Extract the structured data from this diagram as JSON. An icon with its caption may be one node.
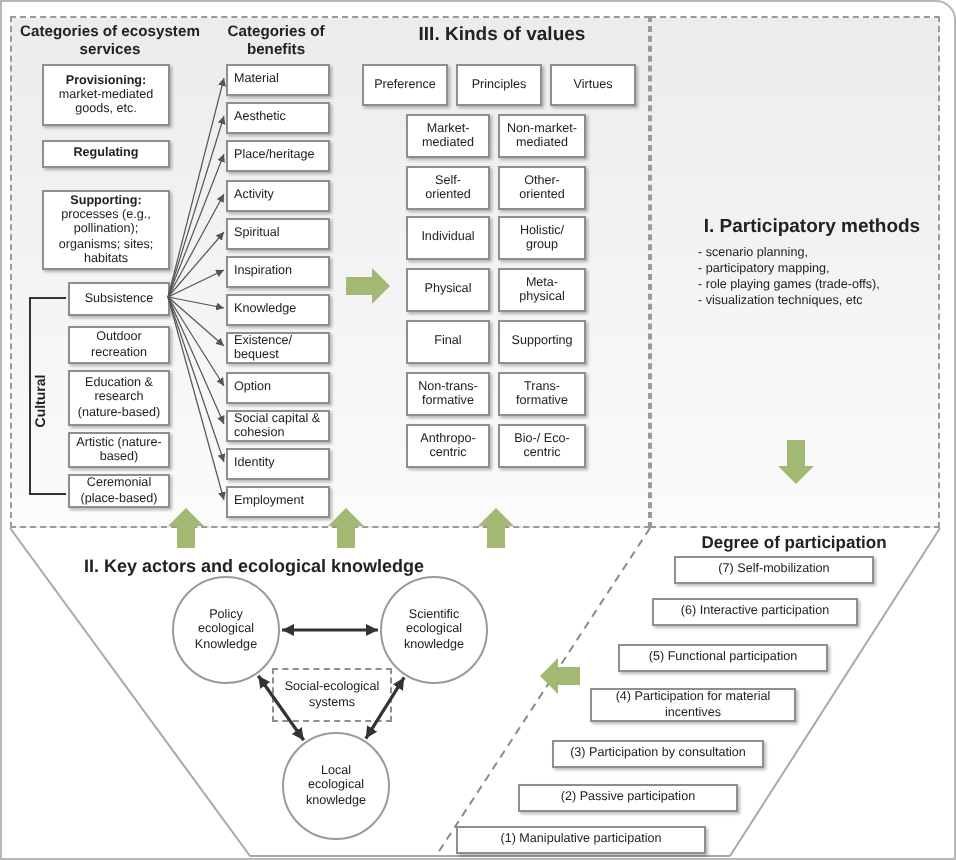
{
  "diagram": {
    "nodes": [
      {
        "text": [
          "Categories of ecosystem services",
          "Categories of benefits",
          "III. Kinds of values"
        ]
      },
      {
        "text": [
          "I. Participatory methods",
          "- scenario planning,",
          "- participatory mapping,",
          "- role playing games (trade-offs),",
          "- visualization techniques, etc"
        ]
      },
      {
        "text": [
          "II. Key actors and ecological knowledge"
        ]
      },
      {
        "text": [
          "Degree of participation"
        ]
      },
      {
        "text": [
          "**Provisioning:** market-mediated goods, etc."
        ],
        "in": 0
      },
      {
        "text": [
          "Regulating"
        ],
        "in": 0
      },
      {
        "text": [
          "**Supporting:** processes (e.g., pollination); organisms; sites; habitats"
        ],
        "in": 0
      },
      {
        "text": [
          "Subsistence"
        ],
        "in": 0
      },
      {
        "text": [
          "Outdoor recreation"
        ],
        "in": 0
      },
      {
        "text": [
          "Education & research (nature-based)"
        ],
        "in": 0
      },
      {
        "text": [
          "Artistic (nature-based)"
        ],
        "in": 0
      },
      {
        "text": [
          "Ceremonial (place-based)"
        ],
        "in": 0
      },
      {
        "text": [
          "Material"
        ],
        "in": 0
      },
      {
        "text": [
          "Aesthetic"
        ],
        "in": 0
      },
      {
        "text": [
          "Place/heritage"
        ],
        "in": 0
      },
      {
        "text": [
          "Activity"
        ],
        "in": 0
      },
      {
        "text": [
          "Spiritual"
        ],
        "in": 0
      },
      {
        "text": [
          "Inspiration"
        ],
        "in": 0
      },
      {
        "text": [
          "Knowledge"
        ],
        "in": 0
      },
      {
        "text": [
          "Existence/ bequest"
        ],
        "in": 0
      },
      {
        "text": [
          "Option"
        ],
        "in": 0
      },
      {
        "text": [
          "Social capital & cohesion"
        ],
        "in": 0
      },
      {
        "text": [
          "Identity"
        ],
        "in": 0
      },
      {
        "text": [
          "Employment"
        ],
        "in": 0
      },
      {
        "text": [
          "Preference"
        ],
        "in": 0
      },
      {
        "text": [
          "Principles"
        ],
        "in": 0
      },
      {
        "text": [
          "Virtues"
        ],
        "in": 0
      },
      {
        "text": [
          "Market-mediated"
        ],
        "in": 0
      },
      {
        "text": [
          "Non-market-mediated"
        ],
        "in": 0
      },
      {
        "text": [
          "Self-oriented"
        ],
        "in": 0
      },
      {
        "text": [
          "Other-oriented"
        ],
        "in": 0
      },
      {
        "text": [
          "Individual"
        ],
        "in": 0
      },
      {
        "text": [
          "Holistic/ group"
        ],
        "in": 0
      },
      {
        "text": [
          "Physical"
        ],
        "in": 0
      },
      {
        "text": [
          "Meta-physical"
        ],
        "in": 0
      },
      {
        "text": [
          "Final"
        ],
        "in": 0
      },
      {
        "text": [
          "Supporting"
        ],
        "in": 0
      },
      {
        "text": [
          "Non-trans-formative"
        ],
        "in": 0
      },
      {
        "text": [
          "Trans-formative"
        ],
        "in": 0
      },
      {
        "text": [
          "Anthropo-centric"
        ],
        "in": 0
      },
      {
        "text": [
          "Bio-/ Eco-centric"
        ],
        "in": 0
      },
      {
        "text": [
          "Policy ecological Knowledge"
        ],
        "in": 2
      },
      {
        "text": [
          "Scientific ecological knowledge"
        ],
        "in": 2
      },
      {
        "text": [
          "Social-ecological systems"
        ],
        "in": 2
      },
      {
        "text": [
          "Local ecological knowledge"
        ],
        "in": 2
      },
      {
        "text": [
          "(7) Self-mobilization"
        ],
        "in": 3
      },
      {
        "text": [
          "(6) Interactive participation"
        ],
        "in": 3
      },
      {
        "text": [
          "(5) Functional participation"
        ],
        "in": 3
      },
      {
        "text": [
          "(4) Participation for material incentives"
        ],
        "in": 3
      },
      {
        "text": [
          "(3) Participation by consultation"
        ],
        "in": 3
      },
      {
        "text": [
          "(2) Passive participation"
        ],
        "in": 3
      },
      {
        "text": [
          "(1) Manipulative participation"
        ],
        "in": 3
      }
    ],
    "edges": [
      {
        "from": 7,
        "to": 12,
        "arrow": "to"
      },
      {
        "from": 7,
        "to": 13,
        "arrow": "to"
      },
      {
        "from": 7,
        "to": 14,
        "arrow": "to"
      },
      {
        "from": 7,
        "to": 15,
        "arrow": "to"
      },
      {
        "from": 7,
        "to": 16,
        "arrow": "to"
      },
      {
        "from": 7,
        "to": 17,
        "arrow": "to"
      },
      {
        "from": 7,
        "to": 18,
        "arrow": "to"
      },
      {
        "from": 7,
        "to": 19,
        "arrow": "to"
      },
      {
        "from": 7,
        "to": 20,
        "arrow": "to"
      },
      {
        "from": 7,
        "to": 21,
        "arrow": "to"
      },
      {
        "from": 7,
        "to": 22,
        "arrow": "to"
      },
      {
        "from": 7,
        "to": 23,
        "arrow": "to"
      },
      {
        "from": 18,
        "to": 33,
        "arrow": "to",
        "style": "thick",
        "color": "#a3b872"
      },
      {
        "from": 2,
        "to": 0,
        "arrow": "to",
        "style": "thick",
        "color": "#a3b872"
      },
      {
        "from": 2,
        "to": 0,
        "arrow": "to",
        "style": "thick",
        "color": "#a3b872"
      },
      {
        "from": 2,
        "to": 0,
        "arrow": "to",
        "style": "thick",
        "color": "#a3b872"
      },
      {
        "from": 1,
        "to": 3,
        "arrow": "to",
        "style": "thick",
        "color": "#a3b872"
      },
      {
        "from": 48,
        "to": 2,
        "arrow": "to",
        "style": "thick",
        "color": "#a3b872"
      },
      {
        "from": 41,
        "to": 42,
        "arrow": "both",
        "color": "#333333"
      },
      {
        "from": 41,
        "to": 44,
        "arrow": "both",
        "color": "#333333"
      },
      {
        "from": 42,
        "to": 44,
        "arrow": "both",
        "color": "#333333"
      }
    ],
    "labels": [
      "Cultural"
    ]
  }
}
